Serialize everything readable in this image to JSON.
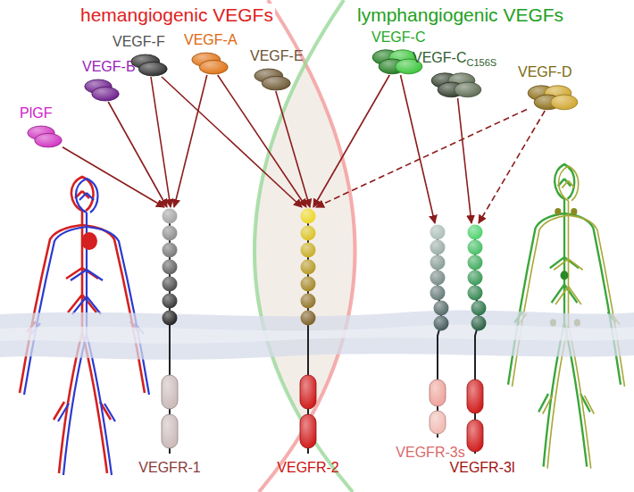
{
  "diagram": {
    "nodes": [
      {
        "text": [
          "PlGF"
        ]
      },
      {
        "text": [
          "VEGF-B"
        ]
      },
      {
        "text": [
          "VEGF-F"
        ]
      },
      {
        "text": [
          "VEGF-A"
        ]
      },
      {
        "text": [
          "VEGF-E"
        ]
      },
      {
        "text": [
          "VEGF-C"
        ]
      },
      {
        "text": [
          "VEGF-C",
          "C156S"
        ]
      },
      {
        "text": [
          "VEGF-D"
        ]
      },
      {
        "text": [
          "VEGFR-1"
        ]
      },
      {
        "text": [
          "VEGFR-2"
        ]
      },
      {
        "text": [
          "VEGFR-3s"
        ]
      },
      {
        "text": [
          "VEGFR-3l"
        ]
      }
    ],
    "edges": [
      {
        "from": 0,
        "to": 8,
        "arrow": "to"
      },
      {
        "from": 1,
        "to": 8,
        "arrow": "to"
      },
      {
        "from": 2,
        "to": 8,
        "arrow": "to"
      },
      {
        "from": 2,
        "to": 9,
        "arrow": "to"
      },
      {
        "from": 3,
        "to": 8,
        "arrow": "to"
      },
      {
        "from": 3,
        "to": 9,
        "arrow": "to"
      },
      {
        "from": 4,
        "to": 9,
        "arrow": "to"
      },
      {
        "from": 5,
        "to": 9,
        "arrow": "to"
      },
      {
        "from": 5,
        "to": 10,
        "arrow": "to"
      },
      {
        "from": 6,
        "to": 11,
        "arrow": "to"
      },
      {
        "from": 7,
        "to": 9,
        "arrow": "to"
      },
      {
        "from": 7,
        "to": 11,
        "arrow": "to"
      }
    ],
    "labels": [
      "hemangiogenic VEGFs",
      "lymphangiogenic VEGFs"
    ]
  }
}
